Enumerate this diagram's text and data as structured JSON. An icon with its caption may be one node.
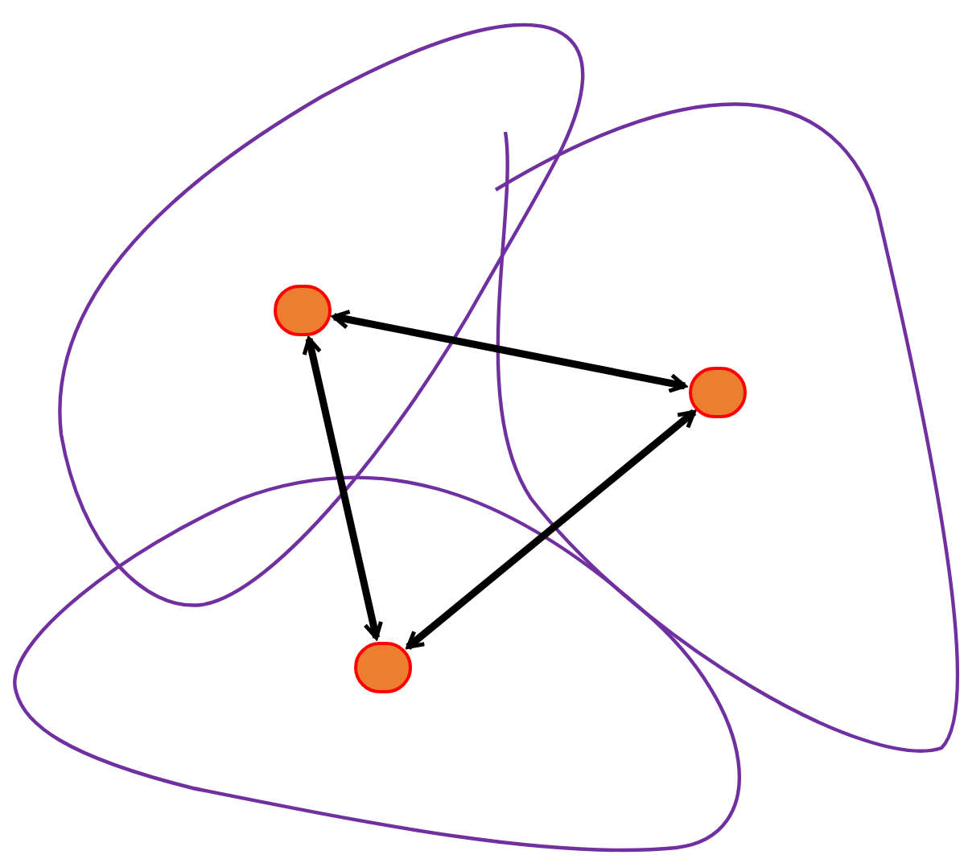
{
  "diagram": {
    "nodes": [
      {
        "text": [],
        "shape": "circle"
      },
      {
        "text": [],
        "shape": "circle"
      },
      {
        "text": [],
        "shape": "circle"
      }
    ],
    "edges": [
      {
        "from": 0,
        "to": 1,
        "arrow": "both"
      },
      {
        "from": 0,
        "to": 2,
        "arrow": "both"
      },
      {
        "from": 1,
        "to": 2,
        "arrow": "both"
      }
    ]
  }
}
